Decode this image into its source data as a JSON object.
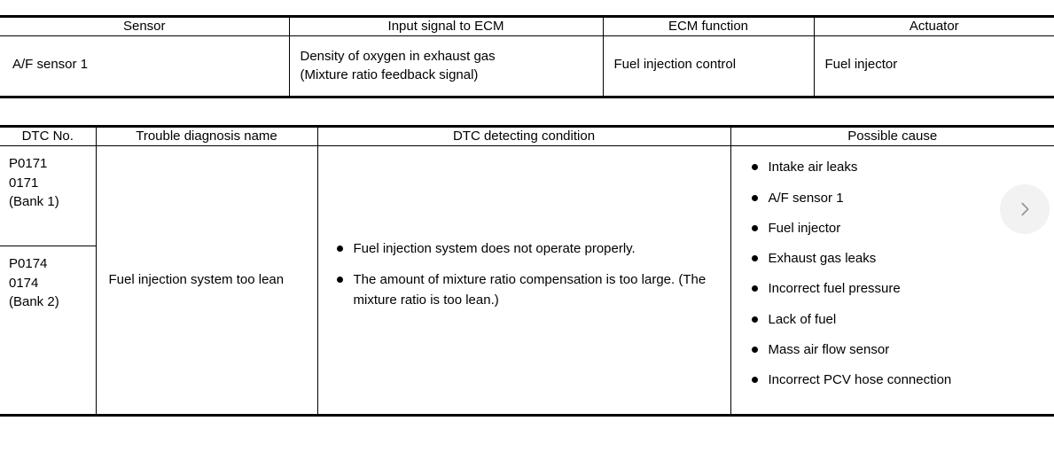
{
  "sensor_table": {
    "headers": [
      "Sensor",
      "Input signal to ECM",
      "ECM function",
      "Actuator"
    ],
    "row": {
      "sensor": "A/F sensor 1",
      "input_signal_line1": "Density of oxygen in exhaust gas",
      "input_signal_line2": "(Mixture ratio feedback signal)",
      "ecm_function": "Fuel injection control",
      "actuator": "Fuel injector"
    }
  },
  "dtc_table": {
    "headers": [
      "DTC No.",
      "Trouble diagnosis name",
      "DTC detecting condition",
      "Possible cause"
    ],
    "dtc_numbers": [
      {
        "code": "P0171",
        "alt": "0171",
        "bank": "(Bank 1)"
      },
      {
        "code": "P0174",
        "alt": "0174",
        "bank": "(Bank 2)"
      }
    ],
    "trouble_diagnosis_name": "Fuel injection system too lean",
    "detecting_conditions": [
      "Fuel injection system does not operate properly.",
      "The amount of mixture ratio compensation is too large. (The mixture ratio is too lean.)"
    ],
    "possible_causes": [
      "Intake air leaks",
      "A/F sensor 1",
      "Fuel injector",
      "Exhaust gas leaks",
      "Incorrect fuel pressure",
      "Lack of fuel",
      "Mass air flow sensor",
      "Incorrect PCV hose connection"
    ]
  },
  "navigation": {
    "next_icon": "chevron-right-icon",
    "next_label": "",
    "circle_color": "#f2f2f2",
    "chevron_color": "#9a9a9a"
  }
}
